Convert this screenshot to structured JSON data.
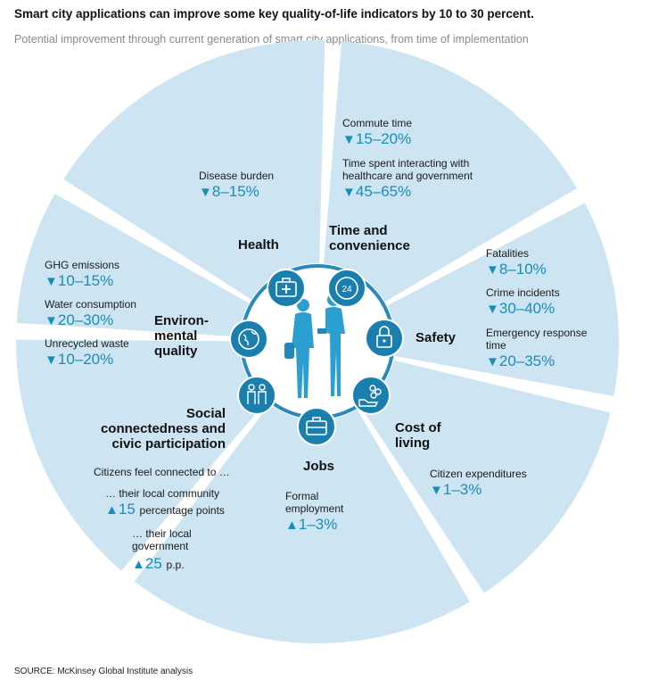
{
  "title": "Smart city applications can improve some key quality-of-life indicators by 10 to 30 percent.",
  "subtitle": "Potential improvement through current generation of smart city applications, from time of implementation",
  "source": "SOURCE:  McKinsey Global Institute analysis",
  "colors": {
    "segment": "#cde4f2",
    "accent": "#1a8db9",
    "icon_bg": "#1a7fae",
    "ring": "#2a89bd"
  },
  "categories": {
    "health": "Health",
    "time1": "Time and",
    "time2": "convenience",
    "safety": "Safety",
    "cost1": "Cost of",
    "cost2": "living",
    "jobs": "Jobs",
    "social1": "Social",
    "social2": "connectedness and",
    "social3": "civic participation",
    "env1": "Environ-",
    "env2": "mental",
    "env3": "quality"
  },
  "icons": [
    "medical-kit-icon",
    "clock-24-icon",
    "padlock-icon",
    "coins-hand-icon",
    "briefcase-icon",
    "people-icon",
    "globe-recycle-icon"
  ],
  "metrics": {
    "disease_label": "Disease burden",
    "disease_value": "8–15%",
    "disease_dir": "▼",
    "commute_label": "Commute time",
    "commute_value": "15–20%",
    "commute_dir": "▼",
    "interact_label1": "Time spent interacting with",
    "interact_label2": "healthcare and government",
    "interact_value": "45–65%",
    "interact_dir": "▼",
    "fatal_label": "Fatalities",
    "fatal_value": "8–10%",
    "fatal_dir": "▼",
    "crime_label": "Crime incidents",
    "crime_value": "30–40%",
    "crime_dir": "▼",
    "emerg_label1": "Emergency response",
    "emerg_label2": "time",
    "emerg_value": "20–35%",
    "emerg_dir": "▼",
    "expend_label": "Citizen expenditures",
    "expend_value": "1–3%",
    "expend_dir": "▼",
    "employ_label1": "Formal",
    "employ_label2": "employment",
    "employ_value": "1–3%",
    "employ_dir": "▲",
    "connected_label": "Citizens feel connected to …",
    "community_label": "… their local community",
    "community_value": "15",
    "community_unit": "percentage points",
    "community_dir": "▲",
    "gov_label1": "… their local",
    "gov_label2": "government",
    "gov_value": "25",
    "gov_unit": "p.p.",
    "gov_dir": "▲",
    "ghg_label": "GHG emissions",
    "ghg_value": "10–15%",
    "ghg_dir": "▼",
    "water_label": "Water consumption",
    "water_value": "20–30%",
    "water_dir": "▼",
    "waste_label": "Unrecycled waste",
    "waste_value": "10–20%",
    "waste_dir": "▼"
  }
}
